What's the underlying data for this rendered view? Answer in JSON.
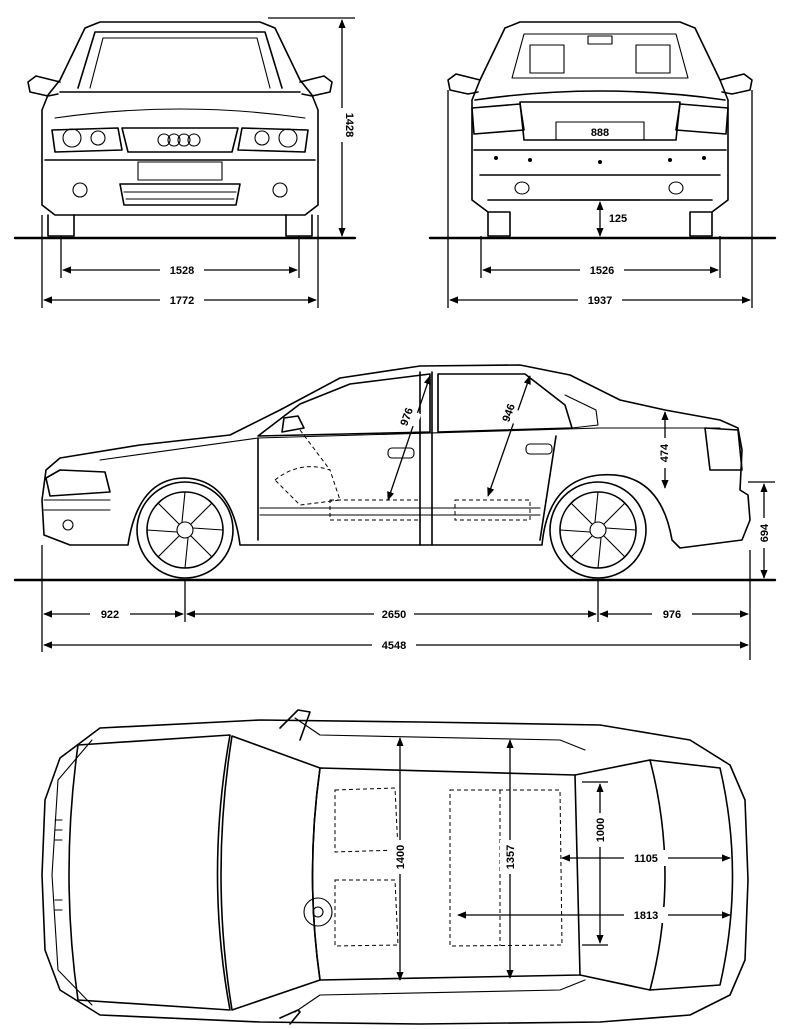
{
  "front": {
    "height": "1428",
    "track": "1528",
    "width": "1772"
  },
  "rear": {
    "plate": "888",
    "ground_clearance": "125",
    "track": "1526",
    "width_with_mirrors": "1937"
  },
  "side": {
    "front_overhang": "922",
    "wheelbase": "2650",
    "rear_overhang": "976",
    "length": "4548",
    "trunk_height": "474",
    "rear_height": "694",
    "front_door_diag": "976",
    "rear_door_diag": "946"
  },
  "top": {
    "interior_width_front": "1400",
    "interior_width_rear": "1357",
    "trunk_width": "1000",
    "trunk_length": "1105",
    "cabin_length": "1813"
  }
}
